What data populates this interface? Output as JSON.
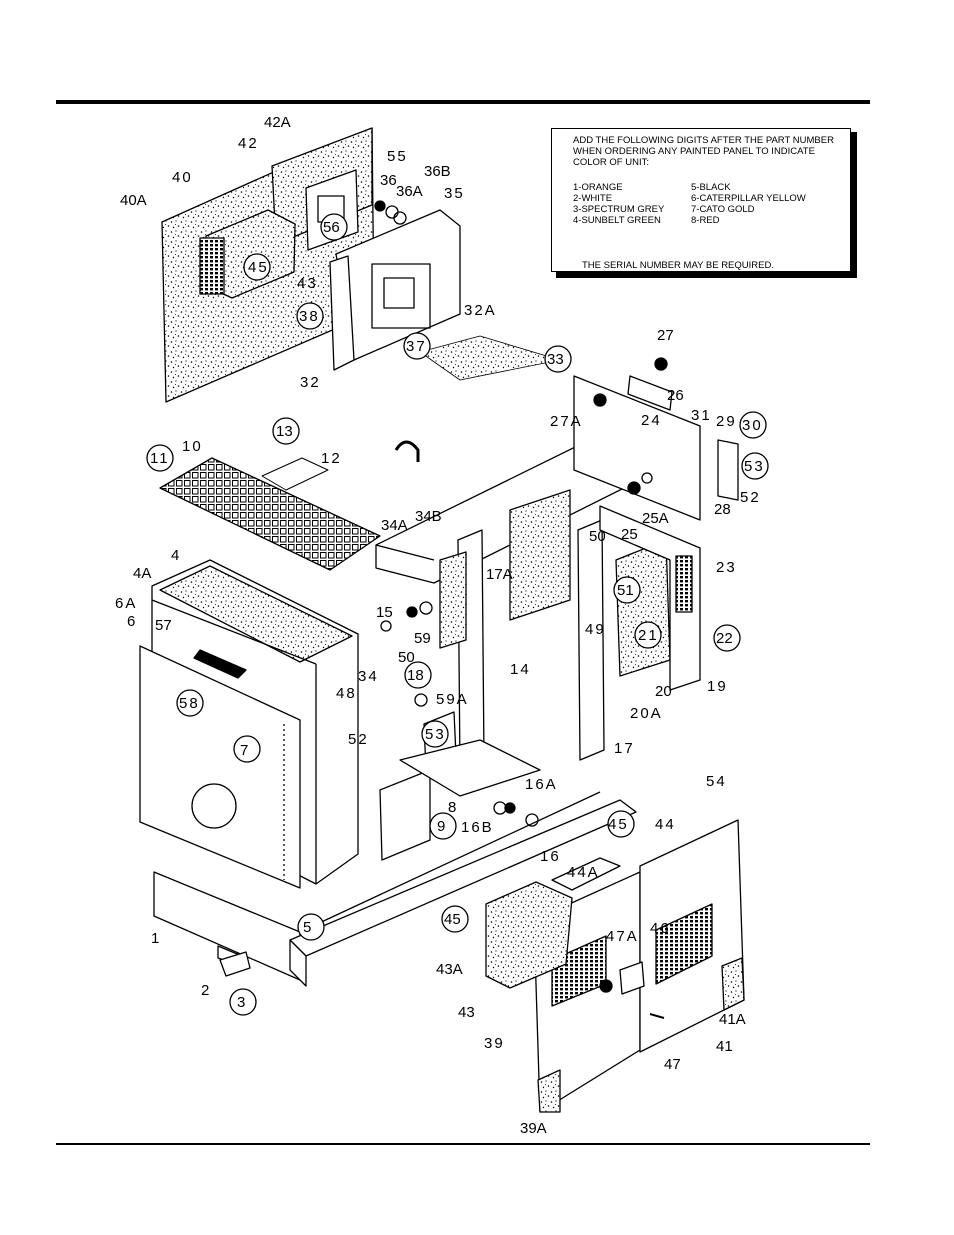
{
  "note": {
    "intro": "ADD THE FOLLOWING DIGITS AFTER THE PART NUMBER WHEN ORDERING ANY PAINTED PANEL TO INDICATE COLOR OF UNIT:",
    "colors": [
      "1-ORANGE",
      "5-BLACK",
      "2-WHITE",
      "6-CATERPILLAR YELLOW",
      "3-SPECTRUM GREY",
      "7-CATO GOLD",
      "4-SUNBELT GREEN",
      "8-RED"
    ],
    "serial": "THE SERIAL NUMBER MAY BE REQUIRED."
  },
  "labels": [
    "42A",
    "42",
    "40",
    "40A",
    "55",
    "36",
    "36A",
    "36B",
    "35",
    "56",
    "45",
    "43",
    "38",
    "37",
    "32A",
    "32",
    "27",
    "33",
    "26",
    "27A",
    "24",
    "31",
    "29",
    "30",
    "13",
    "12",
    "11",
    "10",
    "53",
    "28",
    "52",
    "25",
    "25A",
    "4",
    "4A",
    "34A",
    "34B",
    "17A",
    "50",
    "51",
    "6A",
    "6",
    "57",
    "15",
    "59",
    "34",
    "21",
    "22",
    "48",
    "18",
    "59A",
    "14",
    "49",
    "20",
    "19",
    "20A",
    "58",
    "52",
    "50",
    "7",
    "53",
    "23",
    "17",
    "54",
    "16A",
    "8",
    "45",
    "44",
    "9",
    "16B",
    "16",
    "44A",
    "5",
    "45",
    "46",
    "47A",
    "1",
    "43A",
    "43",
    "41A",
    "2",
    "3",
    "39",
    "41",
    "47",
    "39A"
  ]
}
